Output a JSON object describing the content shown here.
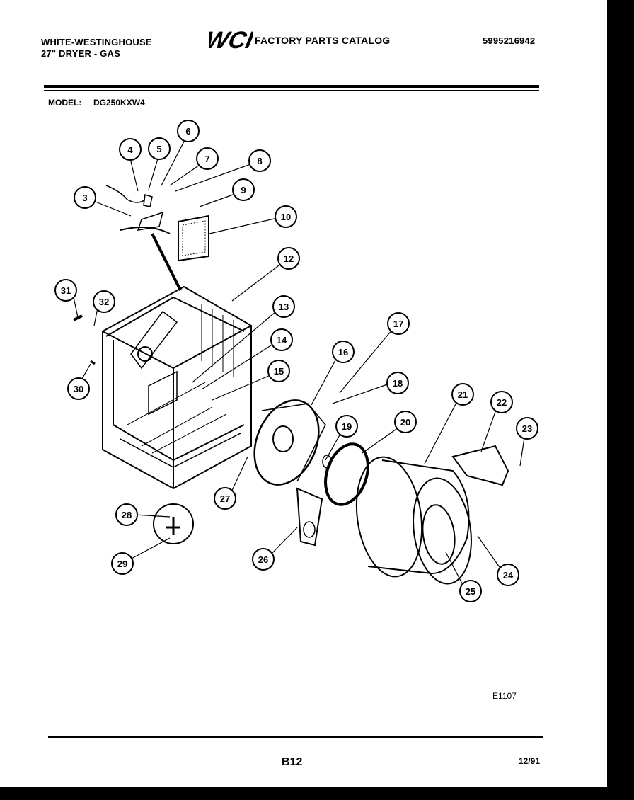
{
  "header": {
    "brand": "WHITE-WESTINGHOUSE",
    "product": "27\" DRYER - GAS",
    "logo": "WCI",
    "catalog_title": "FACTORY PARTS CATALOG",
    "catalog_number": "5995216942"
  },
  "model": {
    "label": "MODEL:",
    "value": "DG250KXW4"
  },
  "callouts": [
    "3",
    "4",
    "5",
    "6",
    "7",
    "8",
    "9",
    "10",
    "12",
    "13",
    "14",
    "15",
    "16",
    "17",
    "18",
    "19",
    "20",
    "21",
    "22",
    "23",
    "24",
    "25",
    "26",
    "27",
    "28",
    "29",
    "30",
    "31",
    "32"
  ],
  "footer": {
    "diagram_code": "E1107",
    "page": "B12",
    "date": "12/91"
  }
}
